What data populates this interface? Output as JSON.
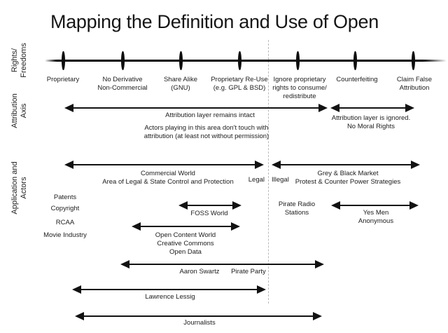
{
  "title": "Mapping the Definition and Use of Open",
  "row_labels": {
    "rights": "Rights/\nFreedoms",
    "attribution": "Attribution\nAxis",
    "application": "Application and\nActors"
  },
  "rights_axis": {
    "ticks": [
      {
        "label": "Proprietary"
      },
      {
        "label": "No Derivative\nNon-Commercial"
      },
      {
        "label": "Share Alike\n(GNU)"
      },
      {
        "label": "Proprietary Re-Use\n(e.g. GPL & BSD)"
      },
      {
        "label": "Ignore proprietary\nrights to consume/\nredistribute"
      },
      {
        "label": "Counterfeiting"
      },
      {
        "label": "Claim False\nAttribution"
      }
    ]
  },
  "attribution": {
    "intact_label": "Attribution layer remains intact",
    "intact_note": "Actors playing in this area don't touch with\nattribution (at least not without permission)",
    "ignored_label": "Attribution layer is ignored.\nNo Moral Rights"
  },
  "application": {
    "commercial_label": "Commercial World\nArea of Legal & State Control and Protection",
    "legal": "Legal",
    "illegal": "Illegal",
    "grey_label": "Grey & Black Market\nProtest & Counter Power Strategies",
    "industries": [
      "Patents",
      "Copyright",
      "RCAA",
      "Movie Industry"
    ],
    "foss_label": "FOSS World",
    "pirate_radio": "Pirate Radio\nStations",
    "yes_men": "Yes Men\nAnonymous",
    "open_content": "Open Content World\nCreative Commons\nOpen Data",
    "aaron_swartz": "Aaron Swartz",
    "pirate_party": "Pirate Party",
    "lawrence_lessig": "Lawrence Lessig",
    "journalists": "Journalists"
  },
  "colors": {
    "ink": "#111111",
    "dashed_divider": "#b9b9b9",
    "background": "#ffffff"
  }
}
